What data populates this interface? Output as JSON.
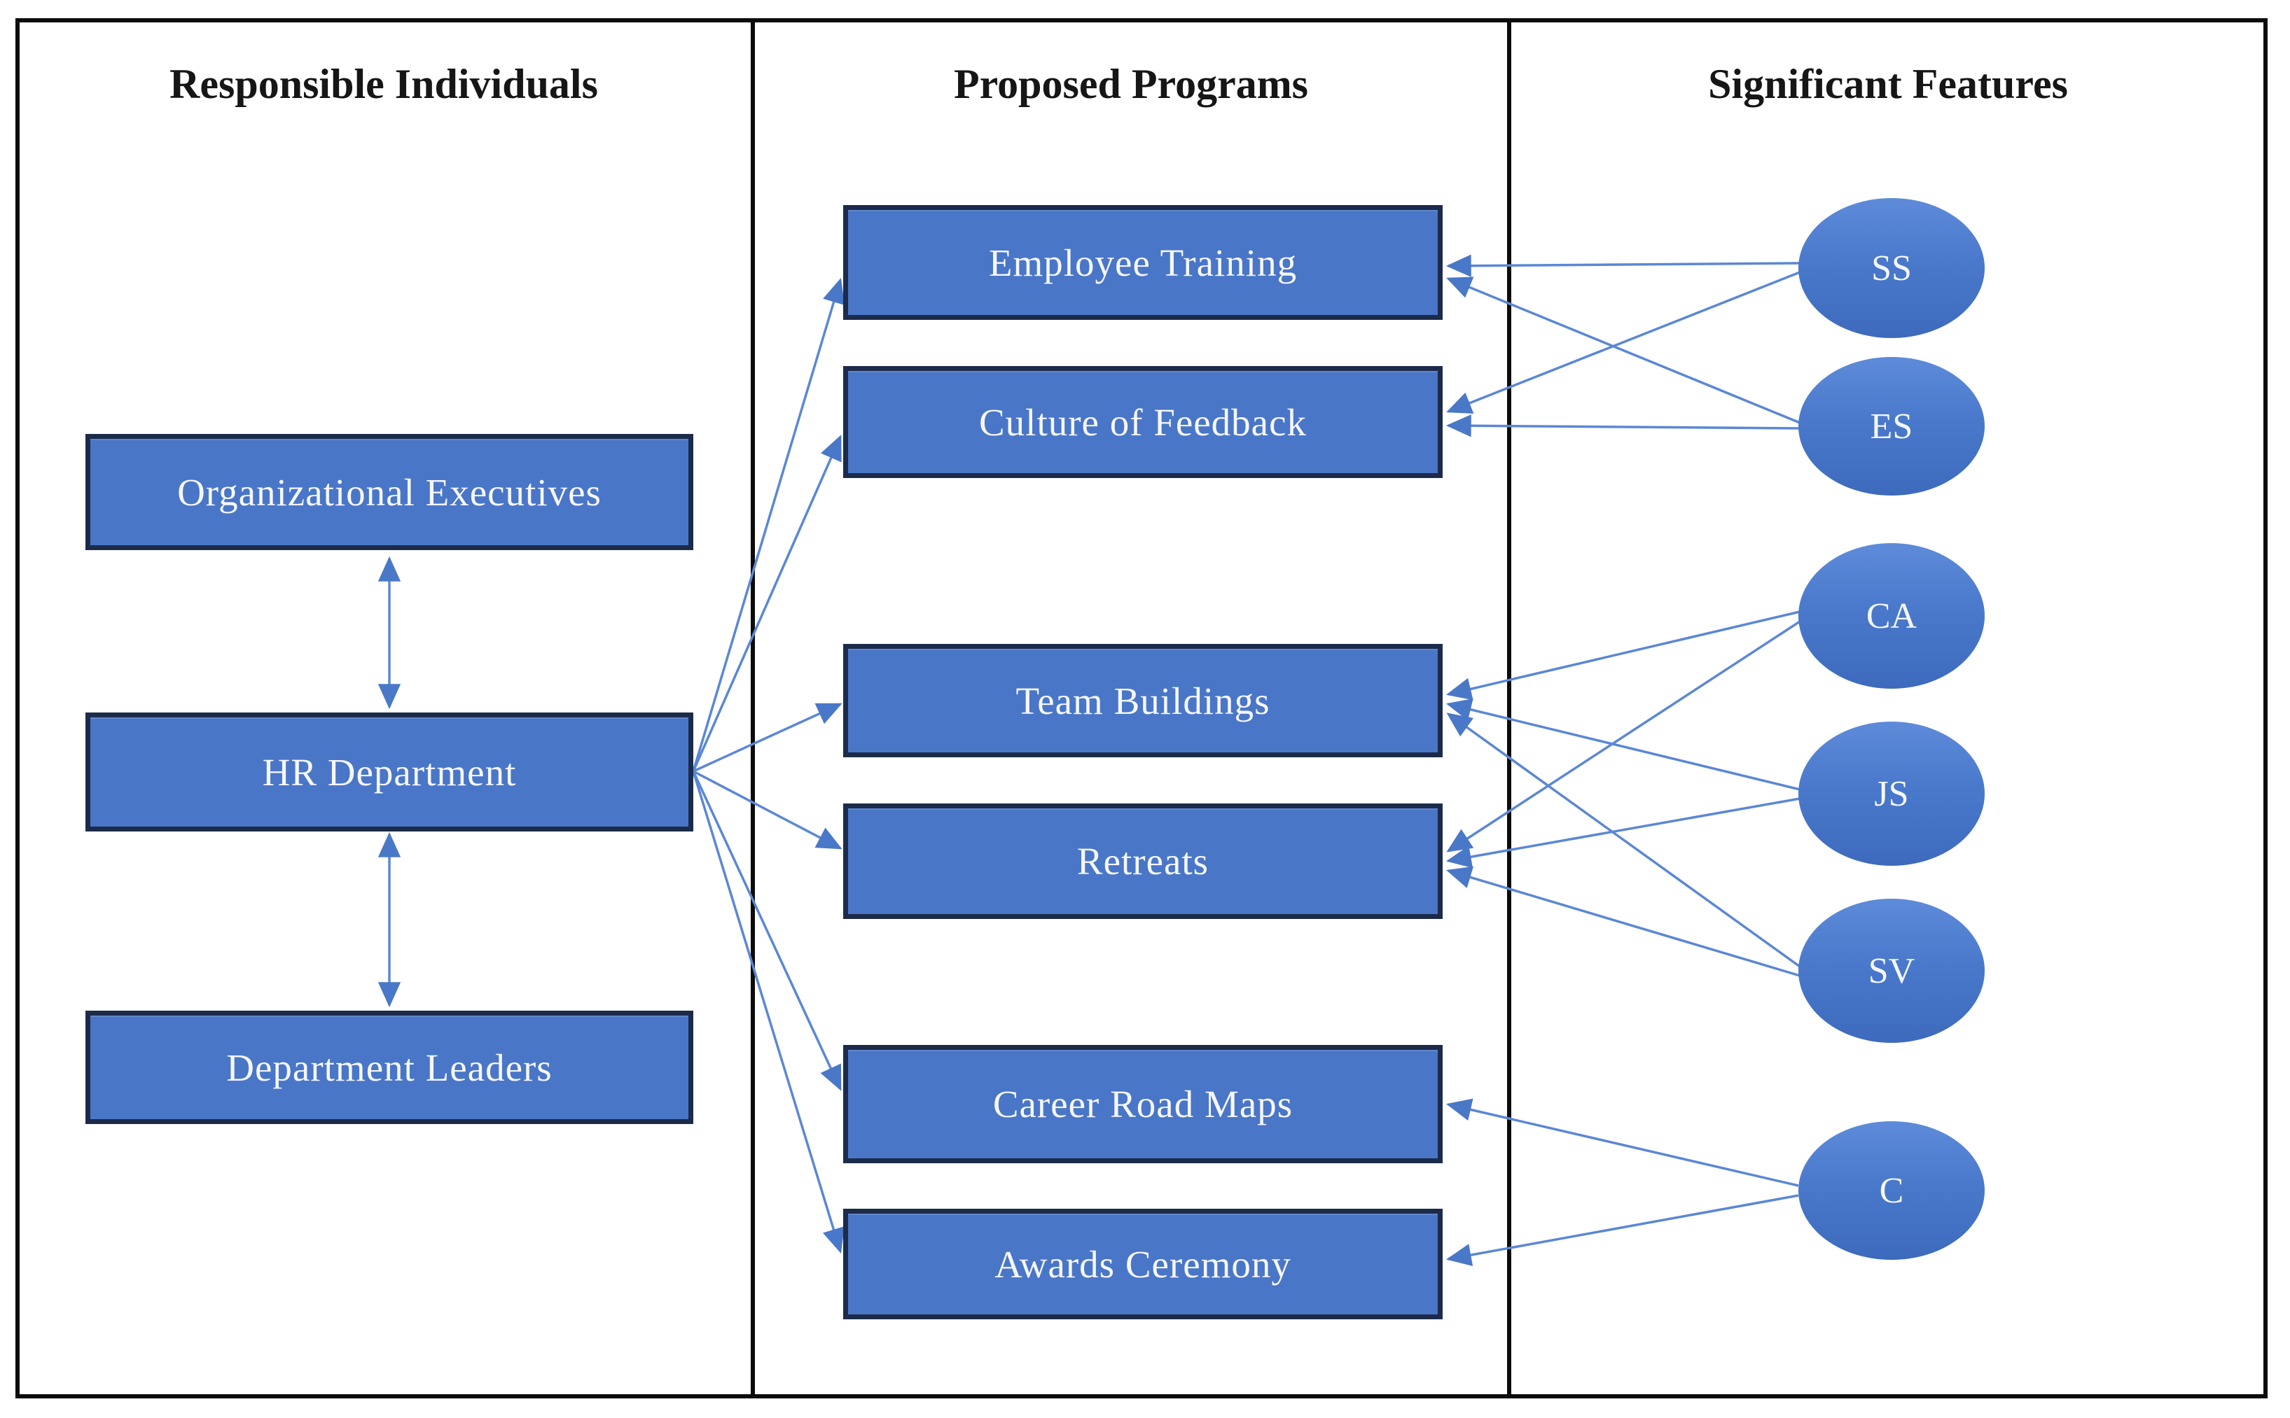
{
  "headers": {
    "responsible_individuals": "Responsible Individuals",
    "proposed_programs": "Proposed Programs",
    "significant_features": "Significant Features"
  },
  "responsible_individuals": [
    {
      "label": "Organizational Executives"
    },
    {
      "label": "HR Department"
    },
    {
      "label": "Department Leaders"
    }
  ],
  "proposed_programs": [
    {
      "label": "Employee Training"
    },
    {
      "label": "Culture of Feedback"
    },
    {
      "label": "Team Buildings"
    },
    {
      "label": "Retreats"
    },
    {
      "label": "Career Road Maps"
    },
    {
      "label": "Awards Ceremony"
    }
  ],
  "significant_features": [
    {
      "label": "SS"
    },
    {
      "label": "ES"
    },
    {
      "label": "CA"
    },
    {
      "label": "JS"
    },
    {
      "label": "SV"
    },
    {
      "label": "C"
    }
  ],
  "connections": {
    "bidirectional": [
      [
        "Organizational Executives",
        "HR Department"
      ],
      [
        "HR Department",
        "Department Leaders"
      ]
    ],
    "hr_department_to": [
      "Employee Training",
      "Culture of Feedback",
      "Team Buildings",
      "Retreats",
      "Career Road Maps",
      "Awards Ceremony"
    ],
    "feature_to_programs": {
      "SS": [
        "Employee Training",
        "Culture of Feedback"
      ],
      "ES": [
        "Employee Training",
        "Culture of Feedback"
      ],
      "CA": [
        "Team Buildings",
        "Retreats"
      ],
      "JS": [
        "Team Buildings",
        "Retreats"
      ],
      "SV": [
        "Team Buildings",
        "Retreats"
      ],
      "C": [
        "Career Road Maps",
        "Awards Ceremony"
      ]
    }
  },
  "colors": {
    "node_fill": "#4a76c7",
    "node_border": "#1c2b49",
    "ellipse_gradient_top": "#5e8bd9",
    "ellipse_gradient_bottom": "#3d6abc",
    "connector_line": "#5b87d5",
    "arrowhead": "#4a78c8",
    "node_text": "#f5f7fc",
    "header_text": "#161616",
    "frame": "#0c0c0c"
  }
}
